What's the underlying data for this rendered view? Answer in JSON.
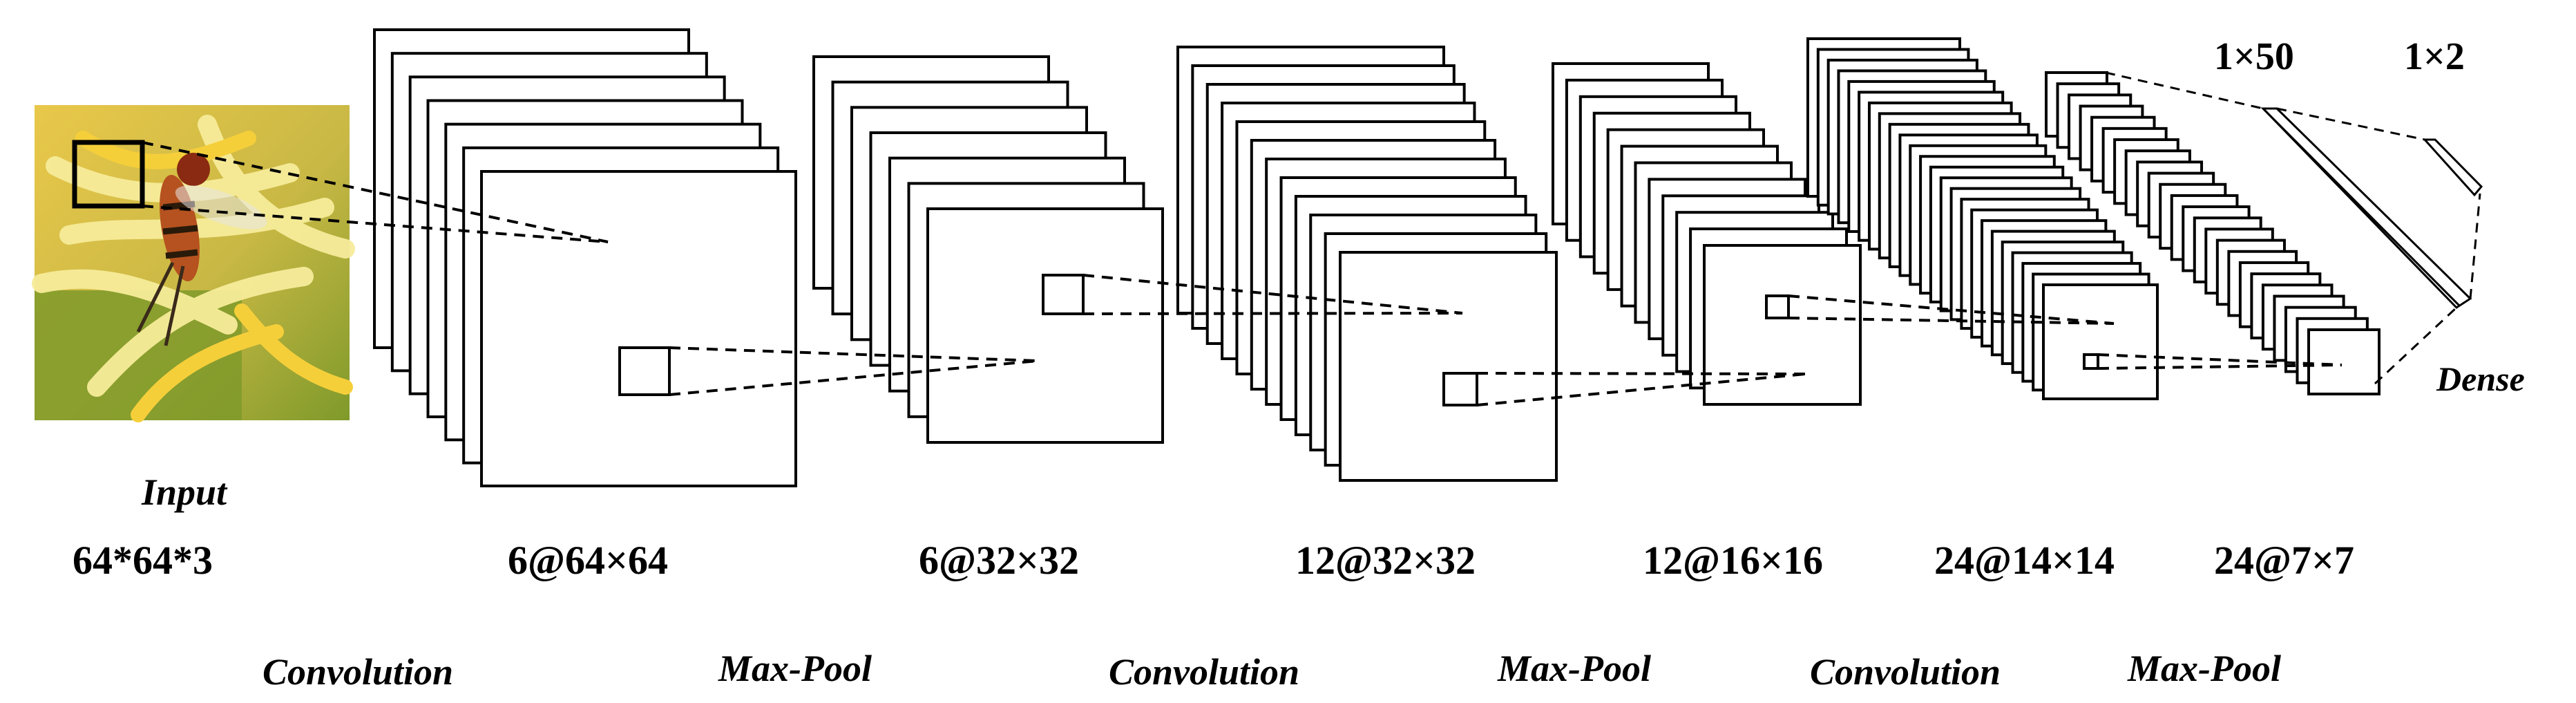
{
  "input": {
    "label": "Input",
    "dims": "64*64*3",
    "image_desc_icon": "hoverfly-on-flower-photo",
    "colors": {
      "green": "#8fa82a",
      "yellow": "#f2c21c",
      "cream": "#f6e7a6",
      "insect": "#b5521f"
    }
  },
  "layers": [
    {
      "dims": "6@64×64",
      "frames": 7
    },
    {
      "dims": "6@32×32",
      "frames": 7
    },
    {
      "dims": "12@32×32",
      "frames": 12
    },
    {
      "dims": "12@16×16",
      "frames": 12
    },
    {
      "dims": "24@14×14",
      "frames": 24
    },
    {
      "dims": "24@7×7",
      "frames": 24
    }
  ],
  "operations": [
    "Convolution",
    "Max-Pool",
    "Convolution",
    "Max-Pool",
    "Convolution",
    "Max-Pool"
  ],
  "dense": {
    "label": "Dense",
    "sizes": [
      "1×50",
      "1×2"
    ]
  },
  "colors": {
    "stroke": "#000000",
    "fill": "#ffffff"
  }
}
